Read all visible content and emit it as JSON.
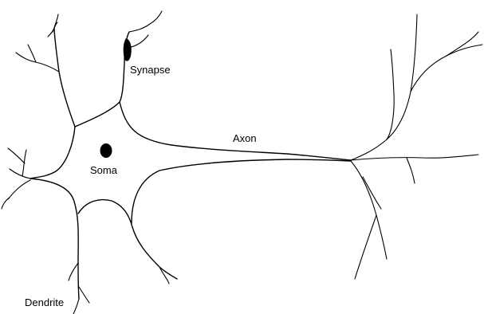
{
  "labels": {
    "synapse": "Synapse",
    "axon": "Axon",
    "soma": "Soma",
    "dendrite": "Dendrite"
  },
  "colors": {
    "background": "#ffffff",
    "ink": "#000000"
  }
}
